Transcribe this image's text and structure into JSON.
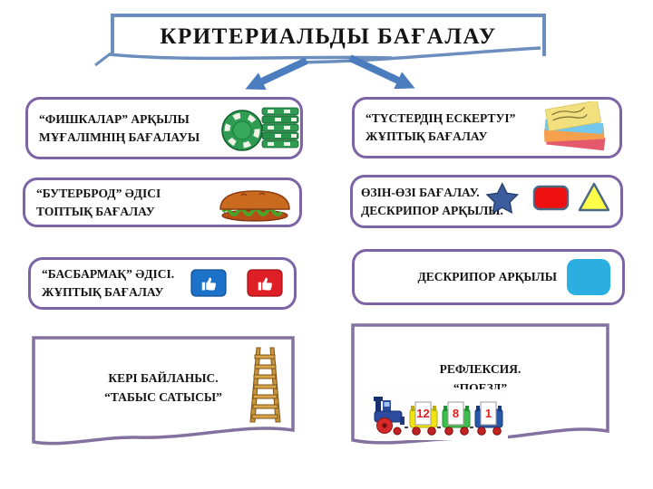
{
  "title": {
    "label": "КРИТЕРИАЛЬДЫ БАҒАЛАУ"
  },
  "cards": {
    "left": [
      {
        "line1": "“ФИШКАЛАР” АРҚЫЛЫ",
        "line2": "МҰҒАЛІМНІҢ БАҒАЛАУЫ",
        "icon": "poker-chips"
      },
      {
        "line1": "“БУТЕРБРОД”  ӘДІСІ",
        "line2": "ТОПТЫҚ БАҒАЛАУ",
        "icon": "sandwich"
      },
      {
        "line1": "“БАСБАРМАҚ” ӘДІСІ.",
        "line2": "ЖҰПТЫҚ БАҒАЛАУ",
        "icon": "thumbs-up-buttons"
      },
      {
        "line1": "КЕРІ БАЙЛАНЫС.",
        "line2": "“ТАБЫС САТЫСЫ”",
        "icon": "ladder"
      }
    ],
    "right": [
      {
        "line1": "“ТҮСТЕРДІҢ ЕСКЕРТУІ”",
        "line2": "ЖҰПТЫҚ  БАҒАЛАУ",
        "icon": "sticky-notes"
      },
      {
        "line1": "ӨЗІН-ӨЗІ БАҒАЛАУ.",
        "line2": "ДЕСКРИПОР АРҚЫЛЫ.",
        "icon": "star-square-triangle"
      },
      {
        "line1": "ДЕСКРИПОР АРҚЫЛЫ",
        "line2": "",
        "icon": "cyan-card"
      },
      {
        "line1": "РЕФЛЕКСИЯ.",
        "line2": "“ПОЕЗД”",
        "icon": "toy-train"
      }
    ]
  },
  "train": {
    "car_numbers": [
      "12",
      "8",
      "1"
    ]
  },
  "colors": {
    "title_border": "#6C8EBF",
    "arrow_blue": "#4A7CBE",
    "card_border": "#7C64A5",
    "wave_border": "#84719F",
    "cyan_card": "#2BAEE0",
    "thumb_blue": "#1B72C8",
    "thumb_red": "#DE1F26",
    "chip_green": "#2E9C52",
    "star_blue": "#3C5C9E",
    "shape_red": "#EE0F0F",
    "shape_yellow": "#FFFF4A"
  }
}
